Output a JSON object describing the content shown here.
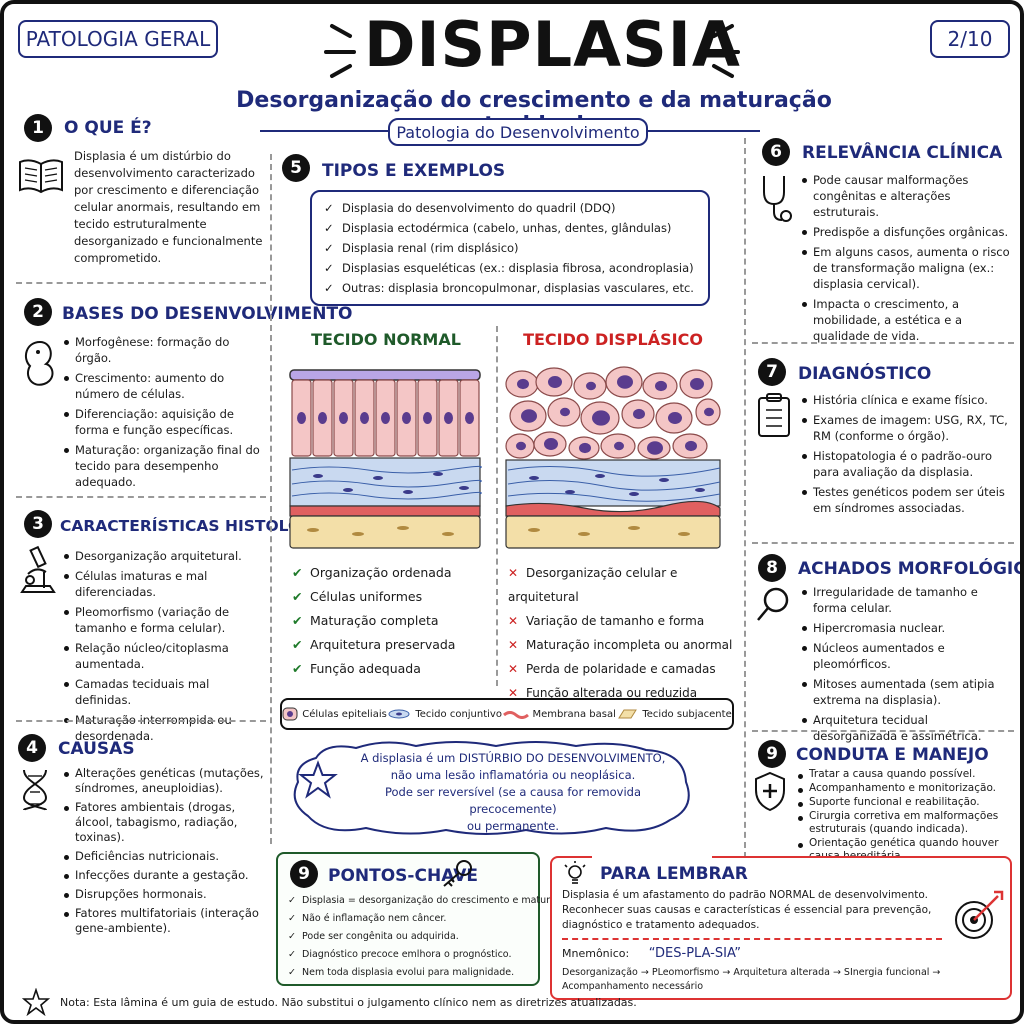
{
  "header": {
    "course": "PATOLOGIA GERAL",
    "page": "2/10",
    "title": "DISPLASIA",
    "subtitle": "Desorganização do crescimento e da maturação tecidual",
    "pill": "Patologia do Desenvolvimento"
  },
  "s1": {
    "num": "1",
    "title": "O QUE É?",
    "text": "Displasia é um distúrbio do desenvolvimento caracterizado por crescimento e diferenciação celular anormais, resultando em tecido estruturalmente desorganizado e funcionalmente comprometido.",
    "icon": "book-icon"
  },
  "s2": {
    "num": "2",
    "title": "BASES DO DESENVOLVIMENTO",
    "icon": "embryo-icon",
    "items": [
      "Morfogênese: formação do órgão.",
      "Crescimento: aumento do número de células.",
      "Diferenciação: aquisição de forma e função específicas.",
      "Maturação: organização final do tecido para desempenho adequado."
    ]
  },
  "s3": {
    "num": "3",
    "title": "CARACTERÍSTICAS HISTOLÓGICAS",
    "icon": "microscope-icon",
    "items": [
      "Desorganização arquitetural.",
      "Células imaturas e mal diferenciadas.",
      "Pleomorfismo (variação de tamanho e forma celular).",
      "Relação núcleo/citoplasma aumentada.",
      "Camadas teciduais mal definidas.",
      "Maturação interrompida ou desordenada."
    ]
  },
  "s4": {
    "num": "4",
    "title": "CAUSAS",
    "icon": "dna-icon",
    "items": [
      "Alterações genéticas (mutações, síndromes, aneuploidias).",
      "Fatores ambientais (drogas, álcool, tabagismo, radiação, toxinas).",
      "Deficiências nutricionais.",
      "Infecções durante a gestação.",
      "Disrupções hormonais.",
      "Fatores multifatoriais (interação gene-ambiente)."
    ]
  },
  "s5": {
    "num": "5",
    "title": "TIPOS E EXEMPLOS",
    "items": [
      "Displasia do desenvolvimento do quadril (DDQ)",
      "Displasia ectodérmica (cabelo, unhas, dentes, glândulas)",
      "Displasia renal (rim displásico)",
      "Displasias esqueléticas (ex.: displasia fibrosa, acondroplasia)",
      "Outras: displasia broncopulmonar, displasias vasculares, etc."
    ]
  },
  "tissue": {
    "normal_title": "TECIDO NORMAL",
    "dysplastic_title": "TECIDO DISPLÁSICO",
    "normal_items": [
      "Organização ordenada",
      "Células uniformes",
      "Maturação completa",
      "Arquitetura preservada",
      "Função adequada"
    ],
    "dysplastic_items": [
      "Desorganização celular e arquitetural",
      "Variação de tamanho e forma",
      "Maturação incompleta ou anormal",
      "Perda de polaridade e camadas",
      "Função alterada ou reduzida"
    ],
    "legend": [
      "Células epiteliais",
      "Tecido conjuntivo",
      "Membrana basal",
      "Tecido subjacente"
    ]
  },
  "cloud": {
    "lines": [
      "A displasia é um DISTÚRBIO DO DESENVOLVIMENTO,",
      "não uma lesão inflamatória ou neoplásica.",
      "Pode ser reversível (se a causa for removida precocemente)",
      "ou permanente."
    ]
  },
  "s6": {
    "num": "6",
    "title": "RELEVÂNCIA CLÍNICA",
    "icon": "stethoscope-icon",
    "items": [
      "Pode causar malformações congênitas e alterações estruturais.",
      "Predispõe a disfunções orgânicas.",
      "Em alguns casos, aumenta o risco de transformação maligna (ex.: displasia cervical).",
      "Impacta o crescimento, a mobilidade, a estética e a qualidade de vida."
    ]
  },
  "s7": {
    "num": "7",
    "title": "DIAGNÓSTICO",
    "icon": "clipboard-icon",
    "items": [
      "História clínica e exame físico.",
      "Exames de imagem: USG, RX, TC, RM (conforme o órgão).",
      "Histopatologia é o padrão-ouro para avaliação da displasia.",
      "Testes genéticos podem ser úteis em síndromes associadas."
    ]
  },
  "s8": {
    "num": "8",
    "title": "ACHADOS MORFOLÓGICOS",
    "icon": "magnifier-icon",
    "items": [
      "Irregularidade de tamanho e forma celular.",
      "Hipercromasia nuclear.",
      "Núcleos aumentados e pleomórficos.",
      "Mitoses aumentada (sem atipia extrema na displasia).",
      "Arquitetura tecidual desorganizada e assimétrica."
    ]
  },
  "s9": {
    "num": "9",
    "title": "CONDUTA E MANEJO",
    "icon": "shield-icon",
    "items": [
      "Tratar a causa quando possível.",
      "Acompanhamento e monitorização.",
      "Suporte funcional e reabilitação.",
      "Cirurgia corretiva em malformações estruturais (quando indicada).",
      "Orientação genética quando houver causa hereditária."
    ]
  },
  "key": {
    "num": "9",
    "title": "PONTOS-CHAVE",
    "items": [
      "Displasia = desorganização do crescimento e maturação.",
      "Não é inflamação nem câncer.",
      "Pode ser congênita ou adquirida.",
      "Diagnóstico precoce emlhora o prognóstico.",
      "Nem toda displasia evolui para malignidade."
    ]
  },
  "remember": {
    "title": "PARA LEMBRAR",
    "text": "Displasia é um afastamento do padrão NORMAL de desenvolvimento. Reconhecer suas causas e características é essencial para prevenção, diagnóstico e tratamento adequados.",
    "mnemonic_label": "Mnemônico:",
    "mnemonic": "“DES-PLA-SIA”",
    "expansion_line1": "Desorganização → PLeomorfismo → Arquitetura alterada → SInergia funcional →",
    "expansion_line2": "Acompanhamento necessário"
  },
  "footer": {
    "note": "Nota: Esta lâmina é um guia de estudo. Não substitui o julgamento clínico nem as diretrizes atualizadas."
  },
  "colors": {
    "navy": "#1f2a7a",
    "green": "#1f7a2a",
    "red": "#cc2222",
    "epithelium": "#f4c6c6",
    "nucleus": "#5a3c8e",
    "connective": "#c9d9f0",
    "basal": "#e06060",
    "subjacent": "#f3dfa8"
  }
}
